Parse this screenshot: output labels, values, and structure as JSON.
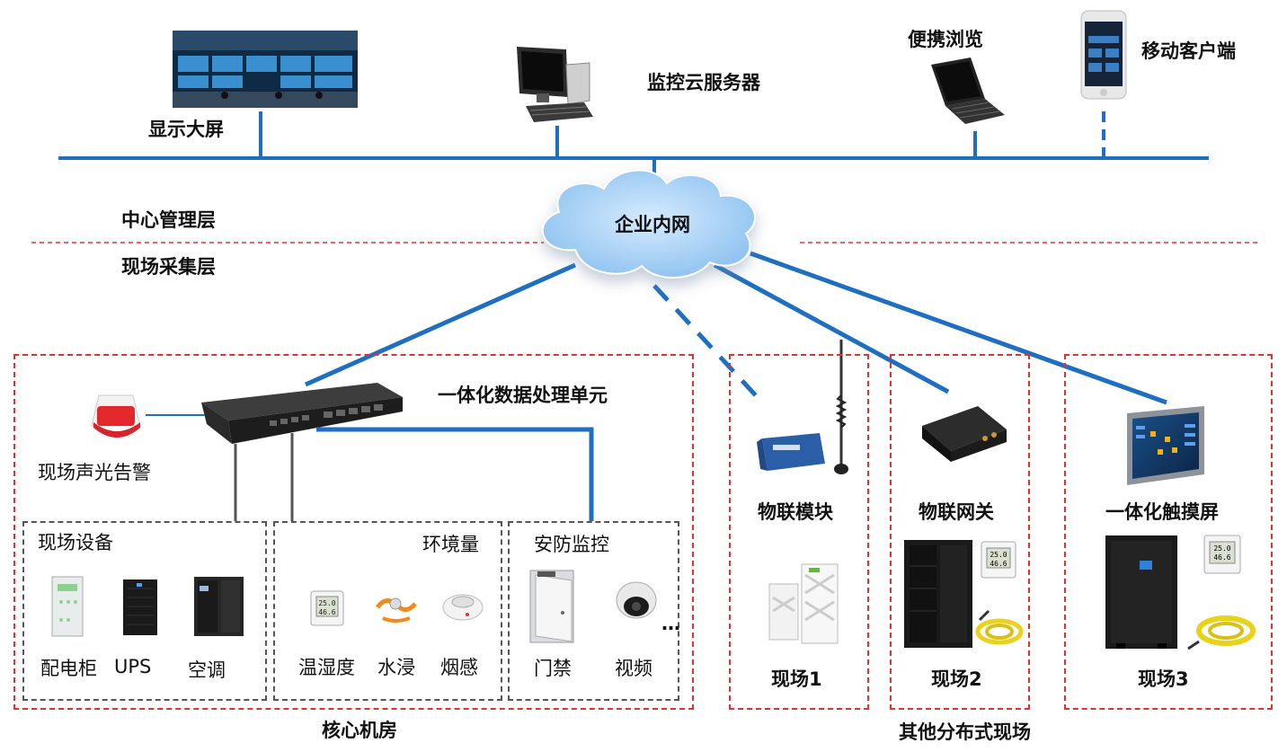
{
  "top_layer": {
    "display_wall": "显示大屏",
    "cloud_server": "监控云服务器",
    "portable": "便携浏览",
    "mobile": "移动客户端"
  },
  "network": {
    "intranet": "企业内网",
    "center_layer": "中心管理层",
    "field_layer": "现场采集层"
  },
  "core_room": {
    "title": "核心机房",
    "unit": "一体化数据处理单元",
    "alarm": "现场声光告警",
    "equipment": {
      "title": "现场设备",
      "items": [
        "配电柜",
        "UPS",
        "空调"
      ]
    },
    "environment": {
      "title": "环境量",
      "items": [
        "温湿度",
        "水浸",
        "烟感"
      ]
    },
    "security": {
      "title": "安防监控",
      "items": [
        "门禁",
        "视频"
      ],
      "more": "…"
    }
  },
  "remote_sites": {
    "title": "其他分布式现场",
    "sites": [
      {
        "device": "物联模块",
        "label": "现场1"
      },
      {
        "device": "物联网关",
        "label": "现场2"
      },
      {
        "device": "一体化触摸屏",
        "label": "现场3"
      }
    ]
  },
  "colors": {
    "line": "#1f6fc0",
    "red_dash": "#e53030",
    "cloud": "#a9d0f5"
  }
}
